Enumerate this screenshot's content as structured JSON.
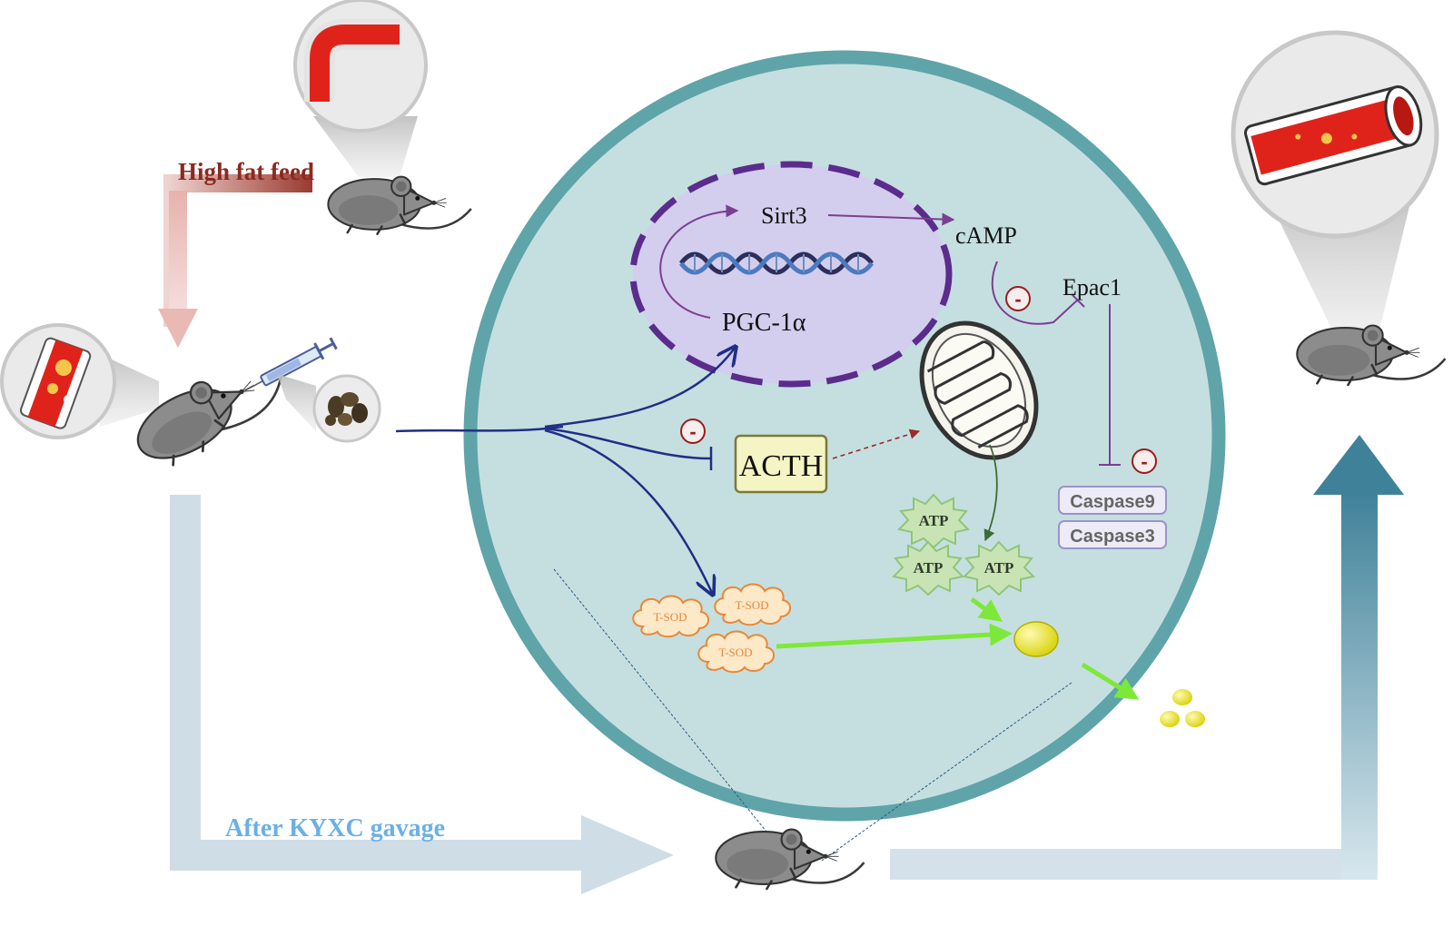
{
  "labels": {
    "high_fat_feed": "High fat feed",
    "after_gavage": "After KYXC gavage",
    "sirt3": "Sirt3",
    "pgc": "PGC-1α",
    "camp": "cAMP",
    "epac1": "Epac1",
    "acth": "ACTH",
    "caspase9": "Caspase9",
    "caspase3": "Caspase3",
    "atp": "ATP",
    "tsod": "T-SOD",
    "inhibit_sign": "-"
  },
  "colors": {
    "cell_fill": "#c5dfe0",
    "cell_border": "#5fa4a9",
    "nucleus_fill": "#d3cdee",
    "nucleus_border": "#5b2c8c",
    "signal_purple": "#7b3f91",
    "drug_arrow": "#1f2f86",
    "green_arrow": "#7ee83a",
    "atp_green": "#9ccf8a",
    "tsod_orange": "#e8873a",
    "caspase_border": "#9b93c9",
    "inhibit_red": "#9b1b1b",
    "high_fat_text": "#8a2a22",
    "gavage_text": "#6ab0e6",
    "flow_arrow": "#cfdde6",
    "up_arrow": "#4c8ea3"
  },
  "icons": [
    "mouse-icon",
    "vessel-icon",
    "syringe-icon",
    "herb-icon",
    "dna-icon",
    "mitochondrion-icon"
  ]
}
